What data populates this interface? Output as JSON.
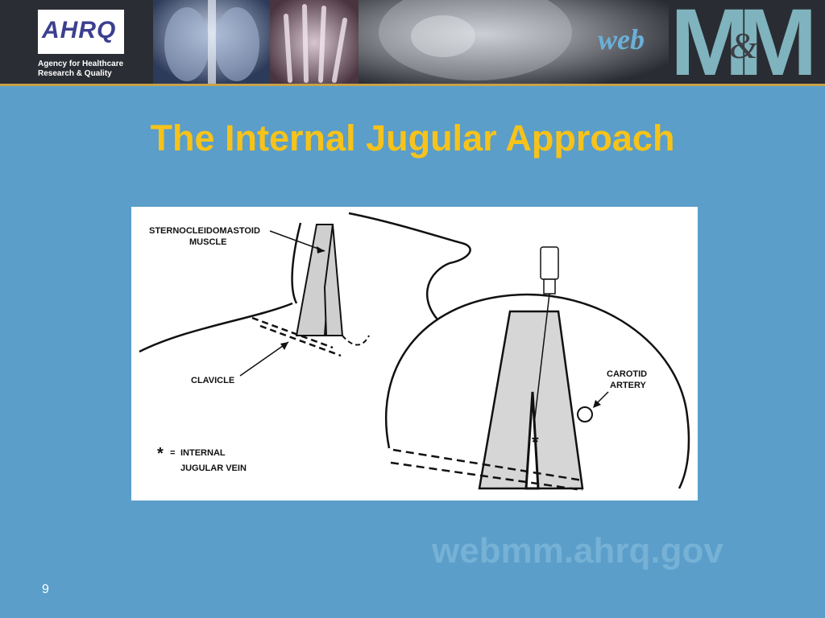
{
  "header": {
    "logo": "AHRQ",
    "agency_line1": "Agency for Healthcare",
    "agency_line2": "Research & Quality",
    "web": "web",
    "mm": "MM",
    "amp": "&"
  },
  "slide": {
    "title": "The Internal Jugular Approach",
    "figure": {
      "label_muscle_1": "STERNOCLEIDOMASTOID",
      "label_muscle_2": "MUSCLE",
      "label_clavicle": "CLAVICLE",
      "label_carotid_1": "CAROTID",
      "label_carotid_2": "ARTERY",
      "label_legend_star": "*",
      "label_legend_eq": "=",
      "label_vein_1": "INTERNAL",
      "label_vein_2": "JUGULAR VEIN",
      "label_star": "*"
    },
    "watermark": "webmm.ahrq.gov",
    "page_number": "9"
  },
  "colors": {
    "background": "#5b9ec9",
    "title": "#f7c31a",
    "header": "#2a2c33",
    "mm_letters": "#7fb3bd"
  }
}
